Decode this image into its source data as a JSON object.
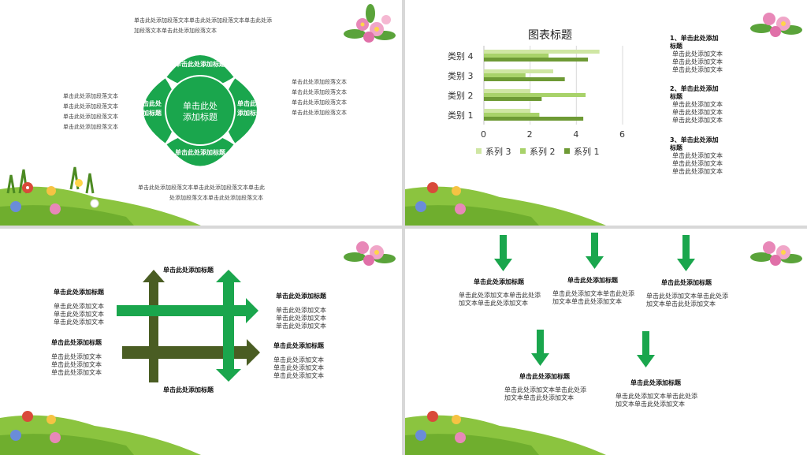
{
  "colors": {
    "green": "#1aa64d",
    "dark_olive": "#4a5d23",
    "light_green": "#a8d26a",
    "pale_green": "#cfe6a3",
    "mid_green": "#7ea840",
    "ground": "#8bc43f"
  },
  "slide1": {
    "top_text_l1": "单击此处添加段落文本单击此处添加段落文本单击此处添",
    "top_text_l2": "加段落文本单击此处添加段落文本",
    "left_lines": [
      "单击此处添加段落文本",
      "单击此处添加段落文本",
      "单击此处添加段落文本",
      "单击此处添加段落文本"
    ],
    "right_lines": [
      "单击此处添加段落文本",
      "单击此处添加段落文本",
      "单击此处添加段落文本",
      "单击此处添加段落文本"
    ],
    "bottom_l1": "单击此处添加段落文本单击此处添加段落文本单击此",
    "bottom_l2": "处添加段落文本单击此处添加段落文本",
    "center_l1": "单击此处",
    "center_l2": "添加标题",
    "petal_top": "单击此处添加标题",
    "petal_bottom": "单击此处添加标题",
    "petal_left_l1": "单击此处",
    "petal_left_l2": "添加标题",
    "petal_right_l1": "单击此处",
    "petal_right_l2": "添加标题"
  },
  "slide2": {
    "items": [
      {
        "title_l1": "1、单击此处添加",
        "title_l2": "标题",
        "lines": [
          "单击此处添加文本",
          "单击此处添加文本",
          "单击此处添加文本"
        ]
      },
      {
        "title_l1": "2、单击此处添加",
        "title_l2": "标题",
        "lines": [
          "单击此处添加文本",
          "单击此处添加文本",
          "单击此处添加文本"
        ]
      },
      {
        "title_l1": "3、单击此处添加",
        "title_l2": "标题",
        "lines": [
          "单击此处添加文本",
          "单击此处添加文本",
          "单击此处添加文本"
        ]
      }
    ]
  },
  "chart_data": {
    "type": "bar",
    "orientation": "horizontal",
    "title": "图表标题",
    "categories": [
      "类别 1",
      "类别 2",
      "类别 3",
      "类别 4"
    ],
    "series": [
      {
        "name": "系列 1",
        "color": "#6e9a35",
        "values": [
          4.3,
          2.5,
          3.5,
          4.5
        ]
      },
      {
        "name": "系列 2",
        "color": "#a8d26a",
        "values": [
          2.4,
          4.4,
          1.8,
          2.8
        ]
      },
      {
        "name": "系列 3",
        "color": "#cfe6a3",
        "values": [
          2,
          2,
          3,
          5
        ]
      }
    ],
    "xlim": [
      0,
      6
    ],
    "xticks": [
      "0",
      "2",
      "4",
      "6"
    ],
    "grid": true,
    "legend": "bottom"
  },
  "slide3": {
    "top_title": "单击此处添加标题",
    "bottom_title": "单击此处添加标题",
    "left": [
      {
        "title": "单击此处添加标题",
        "lines": [
          "单击此处添加文本",
          "单击此处添加文本",
          "单击此处添加文本"
        ]
      },
      {
        "title": "单击此处添加标题",
        "lines": [
          "单击此处添加文本",
          "单击此处添加文本",
          "单击此处添加文本"
        ]
      }
    ],
    "right": [
      {
        "title": "单击此处添加标题",
        "lines": [
          "单击此处添加文本",
          "单击此处添加文本",
          "单击此处添加文本"
        ]
      },
      {
        "title": "单击此处添加标题",
        "lines": [
          "单击此处添加文本",
          "单击此处添加文本",
          "单击此处添加文本"
        ]
      }
    ]
  },
  "slide4": {
    "blocks": [
      {
        "title": "单击此处添加标题",
        "l1": "单击此处添加文本单击此处添",
        "l2": "加文本单击此处添加文本"
      },
      {
        "title": "单击此处添加标题",
        "l1": "单击此处添加文本单击此处添",
        "l2": "加文本单击此处添加文本"
      },
      {
        "title": "单击此处添加标题",
        "l1": "单击此处添加文本单击此处添",
        "l2": "加文本单击此处添加文本"
      },
      {
        "title": "单击此处添加标题",
        "l1": "单击此处添加文本单击此处添",
        "l2": "加文本单击此处添加文本"
      },
      {
        "title": "单击此处添加标题",
        "l1": "单击此处添加文本单击此处添",
        "l2": "加文本单击此处添加文本"
      }
    ]
  }
}
